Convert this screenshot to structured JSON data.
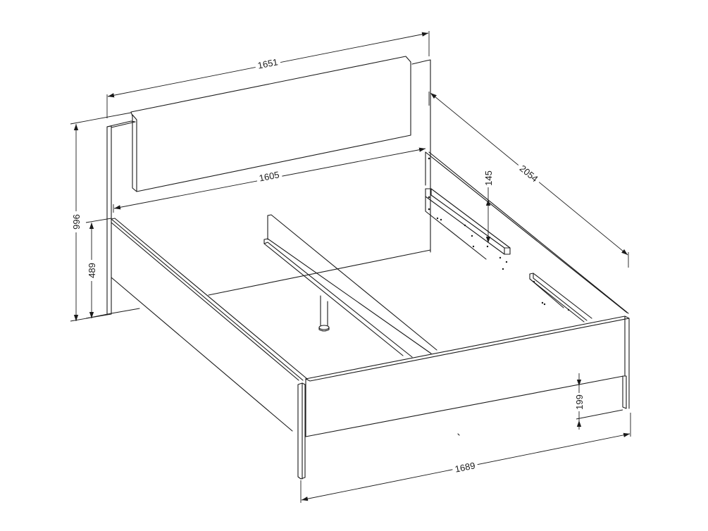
{
  "drawing": {
    "subject": "Bed frame with headboard, isometric line drawing with dimensions",
    "units": "mm",
    "dimensions": {
      "headboard_total_width": "1651",
      "inner_width": "1605",
      "total_height": "996",
      "side_rail_height": "489",
      "total_length": "2054",
      "slat_support_offset": "145",
      "footboard_leg_clearance": "199",
      "footboard_total_width": "1689"
    },
    "colors": {
      "line": "#1a1a1a",
      "background": "#ffffff"
    }
  }
}
